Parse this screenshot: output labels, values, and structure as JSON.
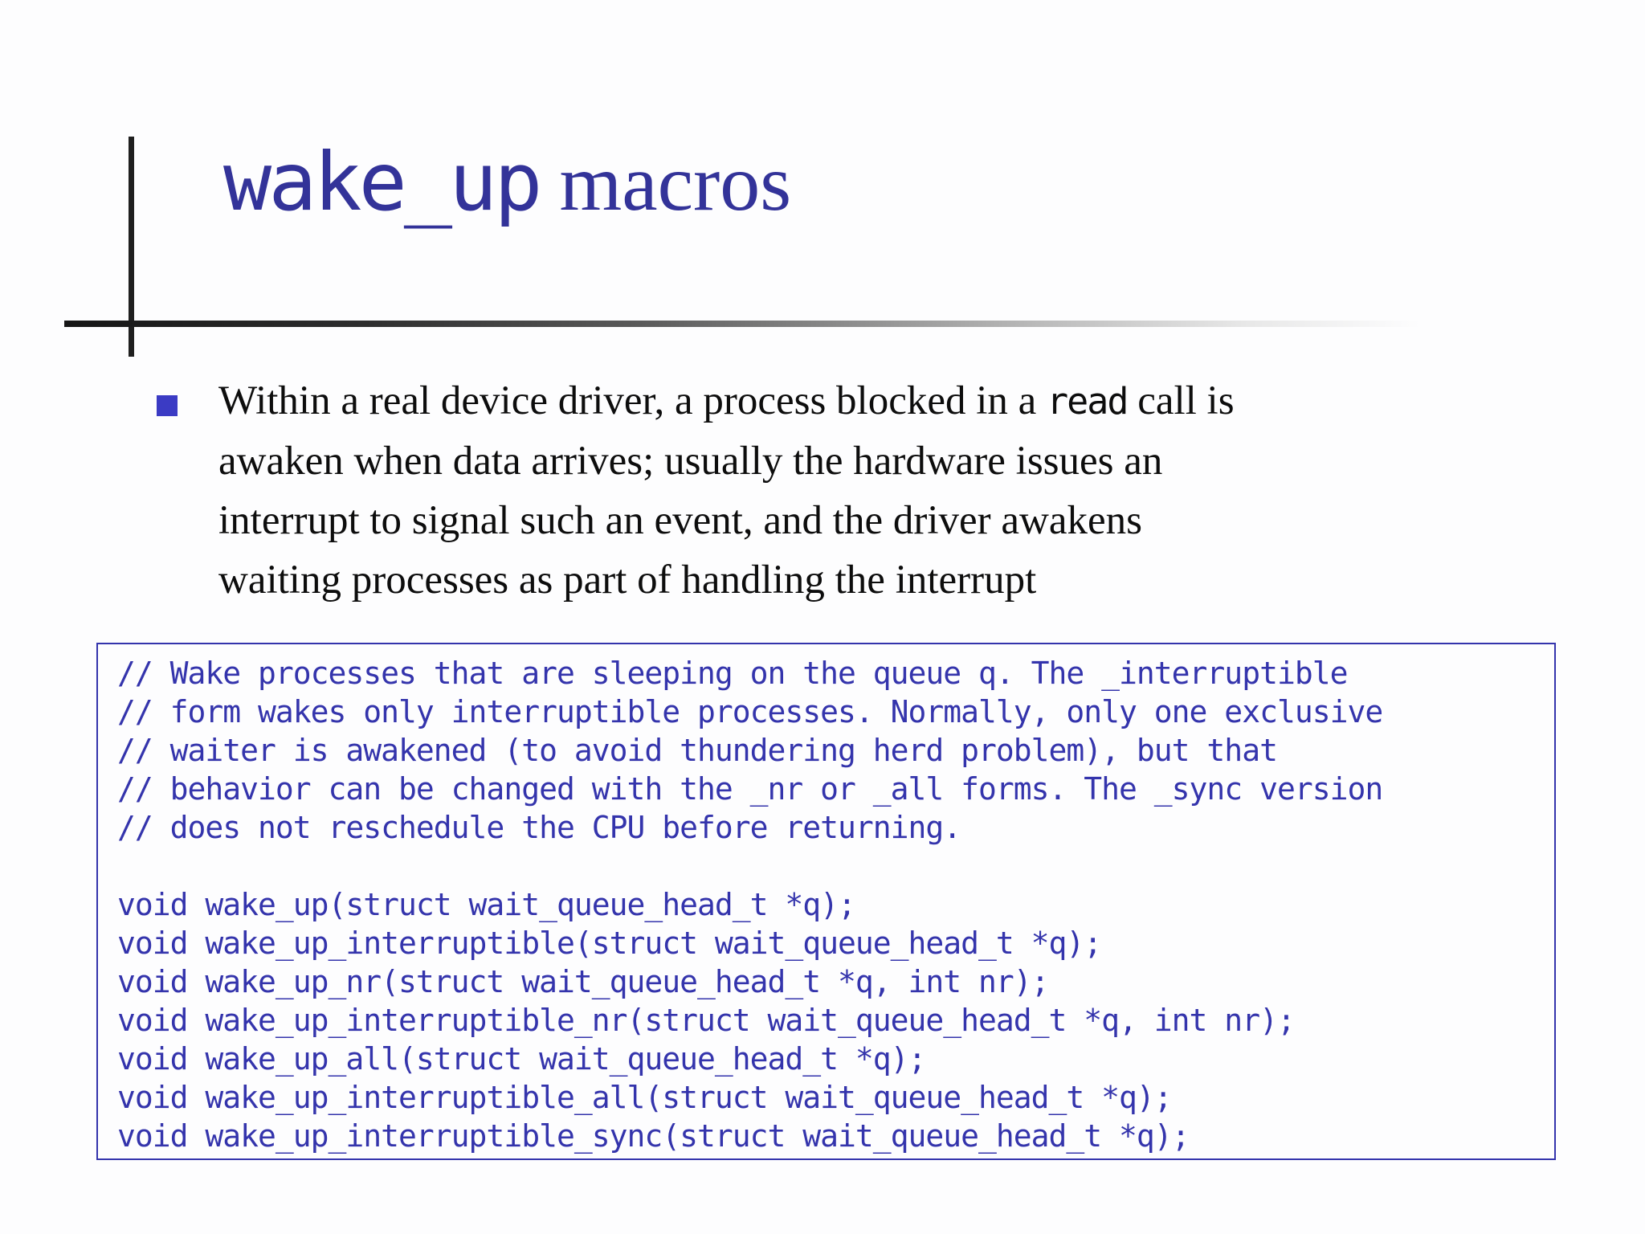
{
  "slide": {
    "title": {
      "code_part": "wake_up",
      "serif_part": " macros"
    },
    "bullet": {
      "line1_pre": "Within a real device driver, a process blocked in a ",
      "line1_code": "read",
      "line1_post": " call is",
      "line2": "awaken when data arrives; usually the hardware issues an",
      "line3": "interrupt to signal such an event, and the driver awakens",
      "line4": "waiting processes as part of handling the interrupt"
    },
    "code_block": {
      "lines": [
        "// Wake processes that are sleeping on the queue q. The _interruptible",
        "// form wakes only interruptible processes. Normally, only one exclusive",
        "// waiter is awakened (to avoid thundering herd problem), but that",
        "// behavior can be changed with the _nr or _all forms. The _sync version",
        "// does not reschedule the CPU before returning.",
        "",
        "void wake_up(struct wait_queue_head_t *q);",
        "void wake_up_interruptible(struct wait_queue_head_t *q);",
        "void wake_up_nr(struct wait_queue_head_t *q, int nr);",
        "void wake_up_interruptible_nr(struct wait_queue_head_t *q, int nr);",
        "void wake_up_all(struct wait_queue_head_t *q);",
        "void wake_up_interruptible_all(struct wait_queue_head_t *q);",
        "void wake_up_interruptible_sync(struct wait_queue_head_t *q);"
      ]
    },
    "colors": {
      "title_text": "#333399",
      "code_text": "#3434ac",
      "code_border": "#3434ac",
      "bullet_marker": "#3b3bc4",
      "body_text": "#0d0d0d",
      "accent_line_dark": "#1f1f1f"
    }
  }
}
